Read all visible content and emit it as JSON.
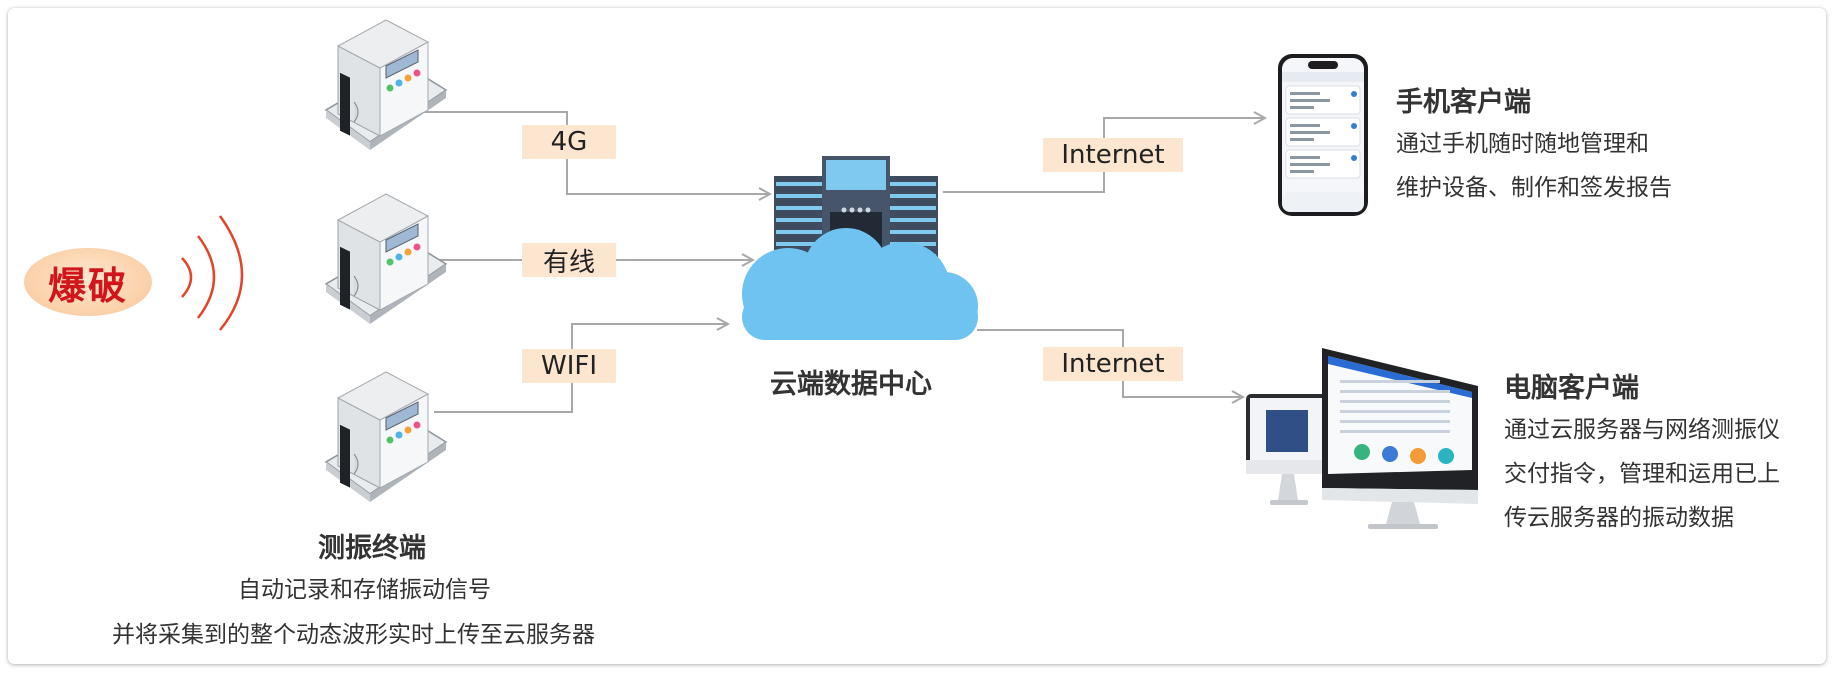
{
  "blast": {
    "label": "爆破"
  },
  "connections": {
    "c4g": "4G",
    "wired": "有线",
    "wifi": "WIFI",
    "internet_top": "Internet",
    "internet_bottom": "Internet"
  },
  "center": {
    "label": "云端数据中心"
  },
  "terminal": {
    "title": "测振终端",
    "line1": "自动记录和存储振动信号",
    "line2": "并将采集到的整个动态波形实时上传至云服务器"
  },
  "mobile": {
    "title": "手机客户端",
    "line1": "通过手机随时随地管理和",
    "line2": "维护设备、制作和签发报告"
  },
  "pc": {
    "title": "电脑客户端",
    "line1": "通过云服务器与网络测振仪",
    "line2": "交付指令，管理和运用已上",
    "line3": "传云服务器的振动数据"
  },
  "colors": {
    "accent_red": "#d0151b",
    "label_bg": "#fde6d0",
    "cloud": "#6ec3f0",
    "building": "#3f4b5e",
    "line": "#a8a8a8"
  }
}
